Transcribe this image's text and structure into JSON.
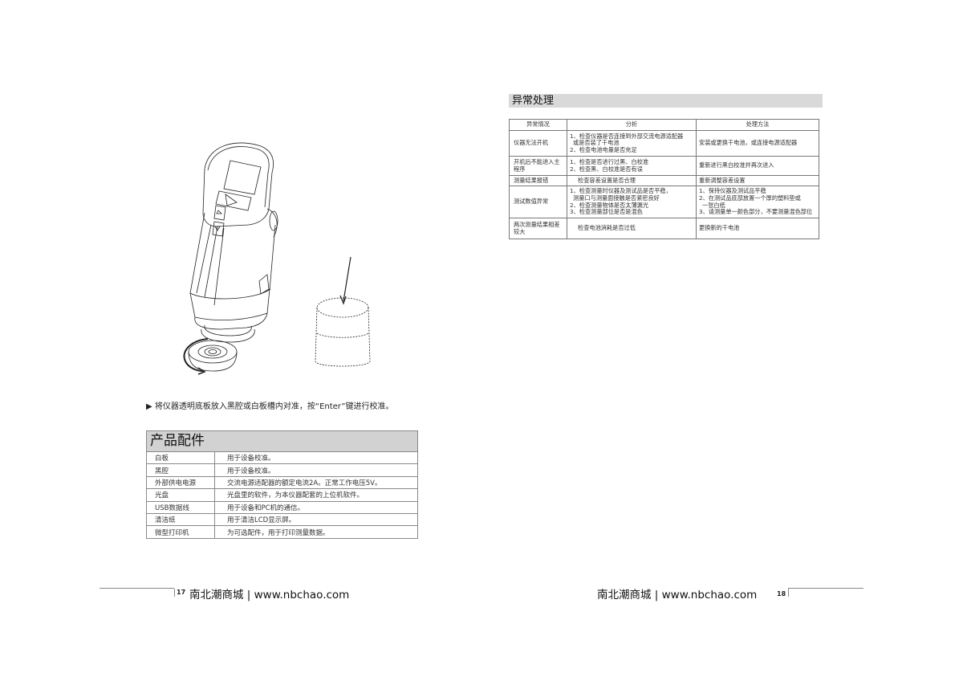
{
  "left_page": {
    "illustration": {
      "description": "Colorimeter device above calibration cap (black cavity) with rotation arrow, and white cylinder with downward arrow",
      "icons": [
        "colorimeter-device",
        "calibration-cap",
        "rotation-arrow",
        "black-cavity-cylinder",
        "down-arrow"
      ]
    },
    "instruction": {
      "bullet": "▶",
      "text": "将仪器透明底板放入黑腔或白板槽内对准，按“Enter”键进行校准。"
    },
    "accessories": {
      "title": "产品配件",
      "rows": [
        {
          "name": "白板",
          "desc": "用于设备校准。"
        },
        {
          "name": "黑腔",
          "desc": "用于设备校准。"
        },
        {
          "name": "外部供电电源",
          "desc": "交流电源适配器的额定电流2A。正常工作电压5V。"
        },
        {
          "name": "光盘",
          "desc": "光盘里的软件，为本仪器配套的上位机软件。"
        },
        {
          "name": "USB数据线",
          "desc": "用于设备和PC机的通信。"
        },
        {
          "name": "清洁纸",
          "desc": "用于清洁LCD显示屏。"
        },
        {
          "name": "微型打印机",
          "desc": "为可选配件，用于打印测量数据。"
        }
      ]
    },
    "footer": {
      "page_number": "17",
      "text": "南北潮商城 | www.nbchao.com"
    }
  },
  "right_page": {
    "section_title": "异常处理",
    "table": {
      "headers": [
        "异常情况",
        "分析",
        "处理方法"
      ],
      "rows": [
        {
          "issue": "仪器无法开机",
          "analysis": [
            "1、检查仪器是否连接到外部交流电源适配器",
            "   或是否装了干电池",
            "2、检查电池电量是否充足"
          ],
          "solution": [
            "安装或更换干电池，或连接电源适配器"
          ]
        },
        {
          "issue": "开机后不能进入主程序",
          "analysis": [
            "1、检查是否进行过黑、白校准",
            "2、检查黑、白校准是否有误"
          ],
          "solution": [
            "重新进行黑白校准并再次进入"
          ]
        },
        {
          "issue": "测量结果报错",
          "analysis": [
            "     检查容差设置是否合理"
          ],
          "solution": [
            "重新调整容差设置"
          ]
        },
        {
          "issue": "测试数值异常",
          "analysis": [
            "1、检查测量时仪器及测试品是否平稳，",
            "   测量口与测量面接触是否紧密良好",
            "2、检查测量物体是否太薄漏光",
            "3、检查测量部位是否是混色"
          ],
          "solution": [
            "1、保持仪器及测试品平稳",
            "2、在测试品底部放置一个厚的塑料垫或",
            "   一张白纸",
            "3、请测量单一颜色部分，不要测量混色部位"
          ]
        },
        {
          "issue": "两次测量结果相差较大",
          "analysis": [
            "     检查电池消耗是否过低"
          ],
          "solution": [
            "更换新的干电池"
          ]
        }
      ]
    },
    "footer": {
      "page_number": "18",
      "text": "南北潮商城 | www.nbchao.com"
    }
  }
}
